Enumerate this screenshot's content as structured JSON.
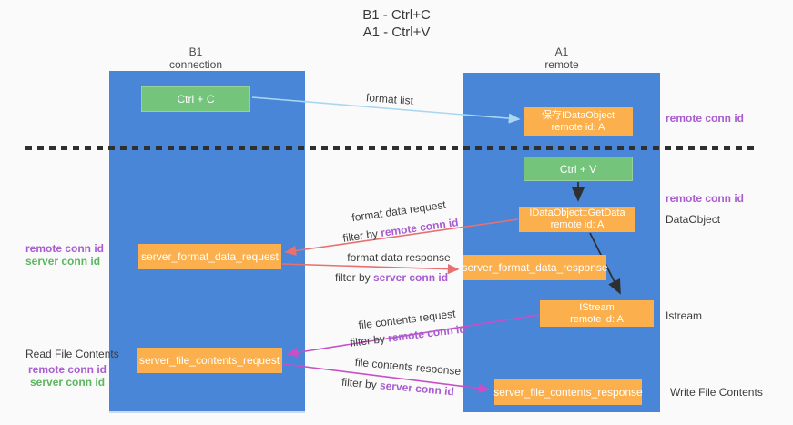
{
  "title": {
    "line1": "B1 - Ctrl+C",
    "line2": "A1 - Ctrl+V"
  },
  "columns": {
    "left": {
      "name": "B1",
      "role": "connection"
    },
    "right": {
      "name": "A1",
      "role": "remote"
    }
  },
  "boxes": {
    "ctrl_c": {
      "label": "Ctrl + C"
    },
    "ctrl_v": {
      "label": "Ctrl + V"
    },
    "save_idataobject": {
      "line1": "保存IDataObject",
      "line2": "remote id: A"
    },
    "idataobject_getdata": {
      "line1": "IDataObject::GetData",
      "line2": "remote id: A"
    },
    "istream": {
      "line1": "IStream",
      "line2": "remote id: A"
    },
    "server_format_data_request": {
      "label": "server_format_data_request"
    },
    "server_format_data_response": {
      "label": "server_format_data_response"
    },
    "server_file_contents_request": {
      "label": "server_file_contents_request"
    },
    "server_file_contents_response": {
      "label": "server_file_contents_response"
    }
  },
  "right_labels": {
    "remote_conn_id_top": "remote conn id",
    "remote_conn_id_mid": "remote conn id",
    "dataobject": "DataObject",
    "istream": "Istream",
    "write_file_contents": "Write File Contents"
  },
  "left_labels": {
    "remote_conn_id_top": "remote conn id",
    "server_conn_id_top": "server conn id",
    "read_file_contents": "Read File Contents",
    "remote_conn_id_bottom": "remote conn id",
    "server_conn_id_bottom": "server conn id"
  },
  "flow_labels": {
    "format_list": "format list",
    "format_data_request": "format data request",
    "format_data_request_filter": {
      "prefix": "filter by ",
      "key": "remote conn id"
    },
    "format_data_response": "format data response",
    "format_data_response_filter": {
      "prefix": "filter by ",
      "key": "server conn id"
    },
    "file_contents_request": "file contents request",
    "file_contents_request_filter": {
      "prefix": "filter by ",
      "key": "remote conn id"
    },
    "file_contents_response": "file contents response",
    "file_contents_response_filter": {
      "prefix": "filter by ",
      "key": "server conn id"
    }
  },
  "colors": {
    "lane_blue": "#4a86d8",
    "box_green": "#74c47c",
    "box_orange": "#fbb04d",
    "arrow_light_blue": "#a9d6f2",
    "arrow_red": "#e77070",
    "arrow_magenta": "#c750c7",
    "arrow_black": "#2f2f2f",
    "text_purple": "#a85cd0",
    "text_green": "#5bb65f",
    "text_dark": "#3c3c3c",
    "background": "#fafafa"
  }
}
